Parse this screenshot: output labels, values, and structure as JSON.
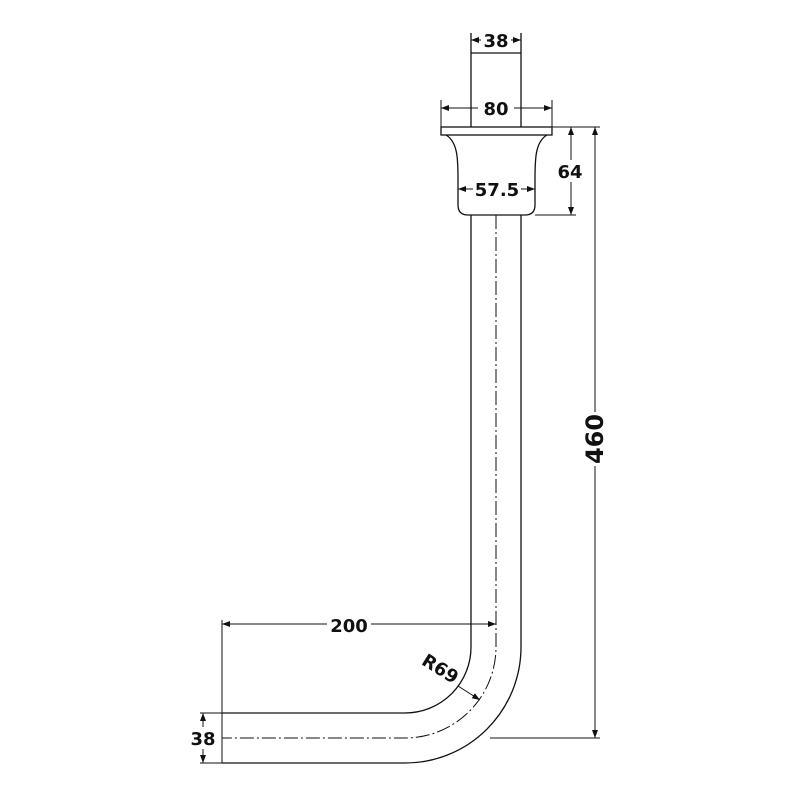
{
  "title": "Pipe bend technical drawing",
  "dimensions": {
    "top_pipe_diameter": "38",
    "flange_width": "80",
    "collar_height": "64",
    "collar_base_width": "57.5",
    "overall_height": "460",
    "horizontal_length": "200",
    "bend_radius": "R69",
    "horizontal_pipe_diameter": "38"
  },
  "colors": {
    "line": "#111111",
    "background": "#ffffff"
  }
}
